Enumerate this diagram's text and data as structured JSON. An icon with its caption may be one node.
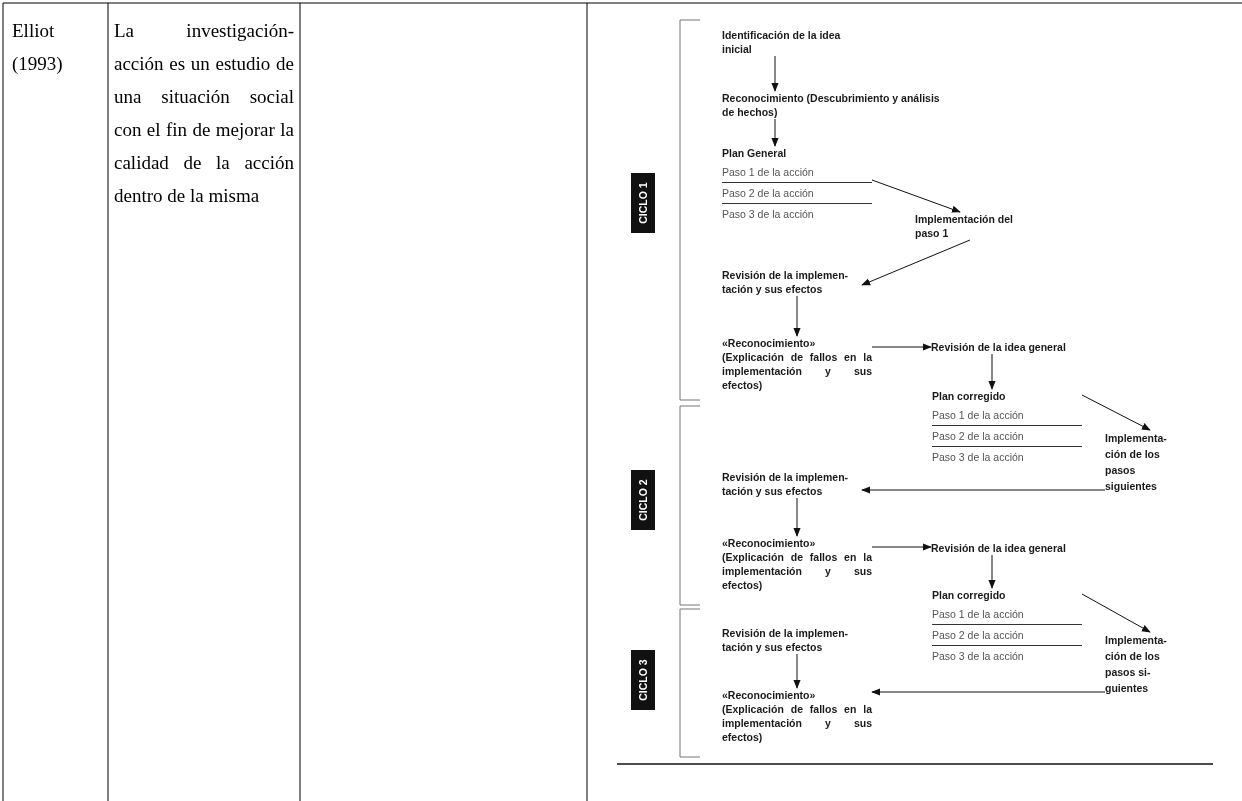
{
  "diagram": {
    "nodes": [
      {
        "text": [
          "Identificación de la idea inicial"
        ]
      },
      {
        "text": [
          "Reconocimiento (Descubrimiento y análisis de hechos)"
        ]
      },
      {
        "text": [
          "Plan General",
          "Paso 1 de la acción",
          "Paso 2 de la acción",
          "Paso 3 de la acción"
        ]
      },
      {
        "text": [
          "Implementación del paso 1"
        ]
      },
      {
        "text": [
          "Revisión de la implemen- tación y sus efectos"
        ]
      },
      {
        "text": [
          "«Reconocimiento» (Explicación de fallos en la implementación y sus efectos)"
        ]
      },
      {
        "text": [
          "Revisión de la idea general"
        ]
      },
      {
        "text": [
          "Plan corregido",
          "Paso 1 de la acción",
          "Paso 2 de la acción",
          "Paso 3 de la acción"
        ]
      },
      {
        "text": [
          "Implementa- ción de los pasos siguientes"
        ]
      },
      {
        "text": [
          "Revisión de la implemen- tación y sus efectos"
        ]
      },
      {
        "text": [
          "«Reconocimiento» (Explicación de fallos en la implementación y sus efectos)"
        ]
      },
      {
        "text": [
          "Revisión de la idea general"
        ]
      },
      {
        "text": [
          "Plan corregido",
          "Paso 1 de la acción",
          "Paso 2 de la acción",
          "Paso 3 de la acción"
        ]
      },
      {
        "text": [
          "Implementa- ción de los pasos si- guientes"
        ]
      },
      {
        "text": [
          "Revisión de la implemen- tación y sus efectos"
        ]
      },
      {
        "text": [
          "«Reconocimiento» (Explicación de fallos en la implementación y sus efectos)"
        ]
      },
      {
        "text": [
          "CICLO 1"
        ]
      },
      {
        "text": [
          "CICLO 2"
        ]
      },
      {
        "text": [
          "CICLO 3"
        ]
      }
    ],
    "edges": [
      {
        "from": 0,
        "to": 1,
        "arrow": "to"
      },
      {
        "from": 1,
        "to": 2,
        "arrow": "to"
      },
      {
        "from": 2,
        "to": 3,
        "arrow": "to"
      },
      {
        "from": 3,
        "to": 4,
        "arrow": "to"
      },
      {
        "from": 4,
        "to": 5,
        "arrow": "to"
      },
      {
        "from": 5,
        "to": 6,
        "arrow": "to"
      },
      {
        "from": 6,
        "to": 7,
        "arrow": "to"
      },
      {
        "from": 7,
        "to": 8,
        "arrow": "to"
      },
      {
        "from": 8,
        "to": 9,
        "arrow": "to"
      },
      {
        "from": 9,
        "to": 10,
        "arrow": "to"
      },
      {
        "from": 10,
        "to": 11,
        "arrow": "to"
      },
      {
        "from": 11,
        "to": 12,
        "arrow": "to"
      },
      {
        "from": 12,
        "to": 13,
        "arrow": "to"
      },
      {
        "from": 13,
        "to": 15,
        "arrow": "to"
      },
      {
        "from": 14,
        "to": 15,
        "arrow": "to"
      }
    ],
    "labels": [
      "Elliot (1993)",
      "La investigación-acción es un estudio de una situación social con el fin de mejorar la calidad de la acción dentro de la misma"
    ]
  }
}
